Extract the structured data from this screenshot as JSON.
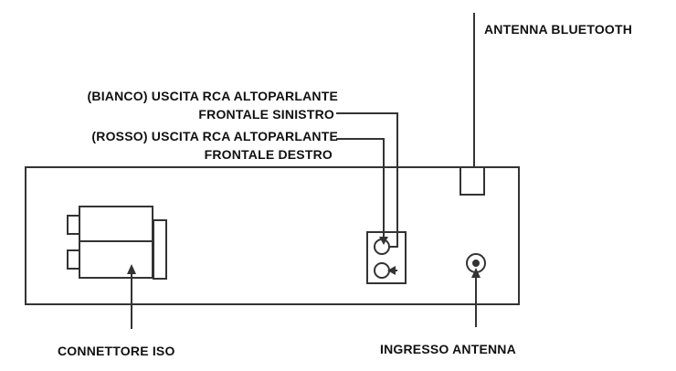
{
  "labels": {
    "bluetooth_antenna": "ANTENNA BLUETOOTH",
    "left_rca_line1": "(BIANCO) USCITA RCA ALTOPARLANTE",
    "left_rca_line2": "FRONTALE SINISTRO",
    "right_rca_line1": "(ROSSO) USCITA RCA ALTOPARLANTE",
    "right_rca_line2": "FRONTALE DESTRO",
    "iso_connector": "CONNETTORE ISO",
    "antenna_input": "INGRESSO ANTENNA"
  },
  "colors": {
    "line": "#333333",
    "text": "#111111",
    "background": "#ffffff"
  }
}
